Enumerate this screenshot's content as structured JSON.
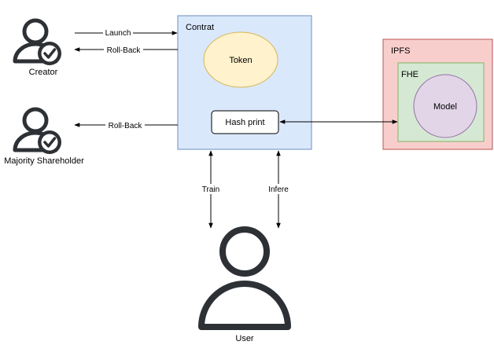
{
  "actors": {
    "creator": "Creator",
    "majority": "Majority Shareholder",
    "user": "User"
  },
  "contract": {
    "title": "Contrat",
    "token": "Token",
    "hash": "Hash print"
  },
  "ipfs": {
    "title": "IPFS",
    "fhe": "FHE",
    "model": "Model"
  },
  "edges": {
    "launch": "Launch",
    "rollback_creator": "Roll-Back",
    "rollback_majority": "Roll-Back",
    "train": "Train",
    "infere": "Infere"
  },
  "colors": {
    "contract_fill": "#dae8fc",
    "contract_stroke": "#6c8ebf",
    "token_fill": "#fff2cc",
    "token_stroke": "#d6b656",
    "ipfs_fill": "#f8cecc",
    "ipfs_stroke": "#b85450",
    "fhe_fill": "#d5e8d4",
    "fhe_stroke": "#82b366",
    "model_fill": "#e1d5e7",
    "model_stroke": "#9673a6",
    "actor_stroke": "#2d3135"
  }
}
